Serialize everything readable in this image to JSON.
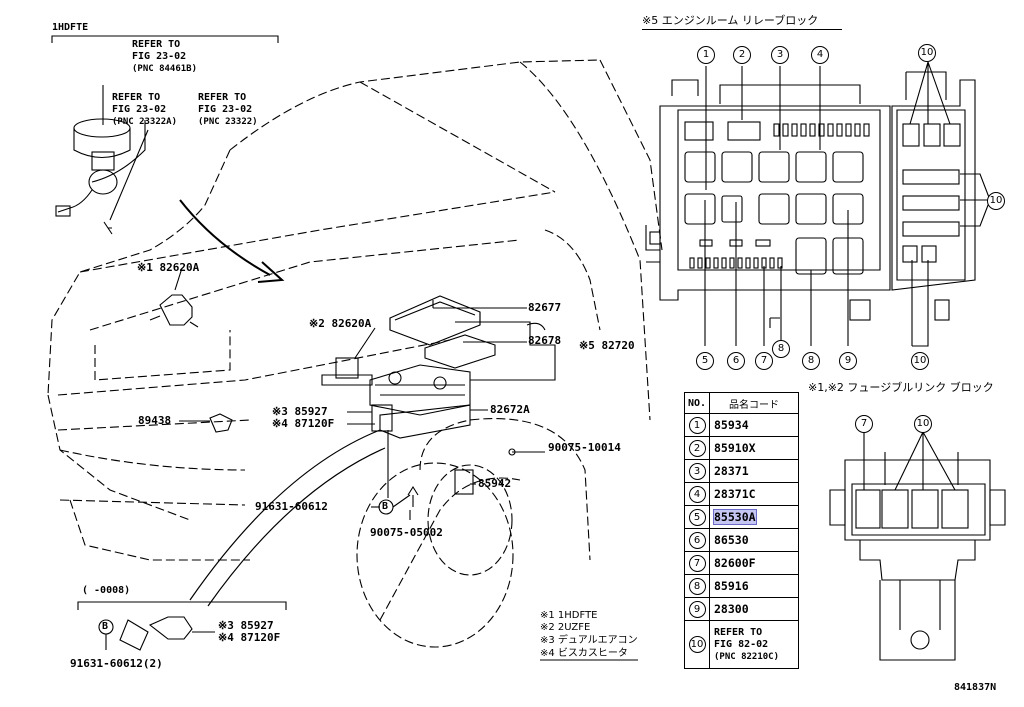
{
  "top_left": {
    "engine": "1HDFTE",
    "refer1": [
      "REFER TO",
      "FIG 23-02",
      "(PNC 84461B)"
    ],
    "refer2": [
      "REFER TO",
      "FIG 23-02",
      "(PNC 23322A)"
    ],
    "refer3": [
      "REFER TO",
      "FIG 23-02",
      "(PNC 23322)"
    ]
  },
  "callouts": {
    "p82620A_1": "※1 82620A",
    "p82620A_2": "※2 82620A",
    "p89438": "89438",
    "p85927_3": "※3 85927",
    "p87120F_4": "※4 87120F",
    "p82677": "82677",
    "p82678": "82678",
    "p82720_5": "※5 82720",
    "p82672A": "82672A",
    "p90075_10014": "90075-10014",
    "p85942": "85942",
    "p91631_60612": "91631-60612",
    "p90075_05002": "90075-05002",
    "bubble_b": "B"
  },
  "bottom_left": {
    "range": "(     -0008)",
    "b_label": "B",
    "p85927": "※3 85927",
    "p87120F": "※4 87120F",
    "p91631": "91631-60612(2)"
  },
  "notes": [
    "※1 1HDFTE",
    "※2 2UZFE",
    "※3 デュアルエアコン",
    "※4 ビスカスヒータ"
  ],
  "relay_block": {
    "title": "※5 エンジンルーム リレーブロック",
    "top_numbers": [
      "1",
      "2",
      "3",
      "4",
      "10"
    ],
    "right_number": "10",
    "bottom_numbers": [
      "5",
      "6",
      "7",
      "8",
      "8",
      "9",
      "10"
    ]
  },
  "fusible_link": {
    "title": "※1,※2 フュージブルリンク ブロック",
    "numbers": [
      "7",
      "10"
    ]
  },
  "parts_table": {
    "header": {
      "no": "NO.",
      "code": "品名コード"
    },
    "rows": [
      {
        "no": "1",
        "code": "85934"
      },
      {
        "no": "2",
        "code": "85910X"
      },
      {
        "no": "3",
        "code": "28371"
      },
      {
        "no": "4",
        "code": "28371C"
      },
      {
        "no": "5",
        "code": "85530A",
        "highlighted": true
      },
      {
        "no": "6",
        "code": "86530"
      },
      {
        "no": "7",
        "code": "82600F"
      },
      {
        "no": "8",
        "code": "85916"
      },
      {
        "no": "9",
        "code": "28300"
      },
      {
        "no": "10",
        "code": "REFER TO",
        "code2": "FIG 82-02",
        "code3": "(PNC 82210C)"
      }
    ]
  },
  "figure_id": "841837N"
}
